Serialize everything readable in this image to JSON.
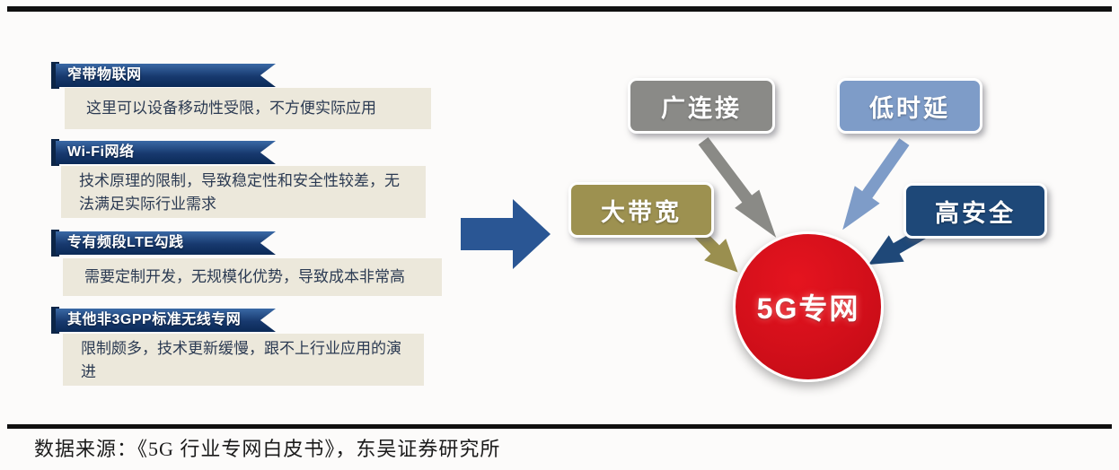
{
  "left_panel": {
    "items": [
      {
        "title": "窄带物联网",
        "desc": "这里可以设备移动性受限，不方便实际应用"
      },
      {
        "title": "Wi-Fi网络",
        "desc": "技术原理的限制，导致稳定性和安全性较差，无法满足实际行业需求"
      },
      {
        "title": "专有频段LTE勾践",
        "desc": "需要定制开发，无规模化优势，导致成本非常高"
      },
      {
        "title": "其他非3GPP标准无线专网",
        "desc": "限制颇多，技术更新缓慢，跟不上行业应用的演进"
      }
    ],
    "banner_color": "#12366b",
    "desc_bg": "#ece8db"
  },
  "diagram": {
    "advantages": [
      {
        "label": "大带宽",
        "color": "#9d9150"
      },
      {
        "label": "广连接",
        "color": "#8a8a87"
      },
      {
        "label": "低时延",
        "color": "#7e9cc8"
      },
      {
        "label": "高安全",
        "color": "#1e4878"
      }
    ],
    "center": {
      "label": "5G专网",
      "color": "#d20f1a"
    },
    "main_arrow_color": "#2a5694"
  },
  "footer": {
    "source": "数据来源：《5G 行业专网白皮书》，东吴证券研究所"
  }
}
